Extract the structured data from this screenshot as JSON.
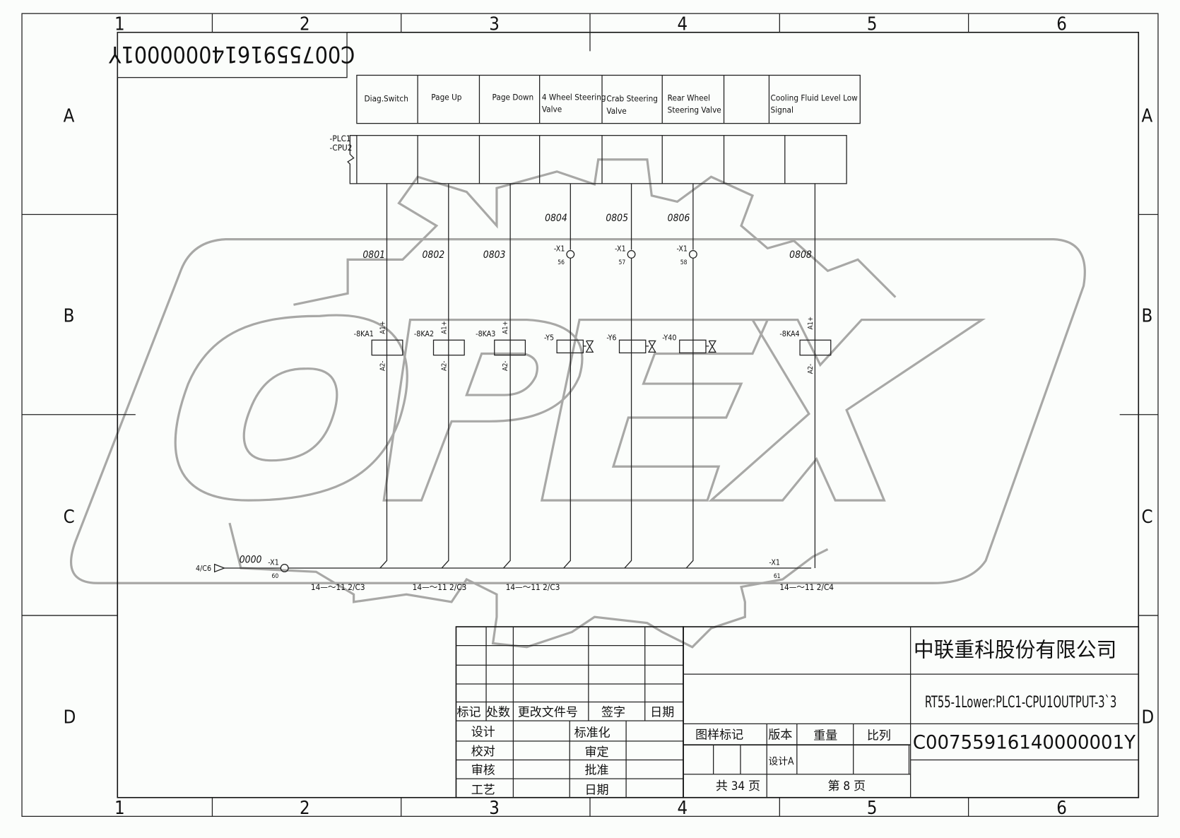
{
  "drawing": {
    "mirrored_code": "C00755916140000001Y",
    "column_numbers": [
      "1",
      "2",
      "3",
      "4",
      "5",
      "6"
    ],
    "row_letters": [
      "A",
      "B",
      "C",
      "D"
    ],
    "watermark": "OPEX"
  },
  "plc": {
    "label_line1": "-PLC1",
    "label_line2": "-CPU2",
    "channels": [
      {
        "label": "Diag.Switch",
        "wire": "0801",
        "terminal": null,
        "device": "-8KA1",
        "type": "relay"
      },
      {
        "label": "Page Up",
        "wire": "0802",
        "terminal": null,
        "device": "-8KA2",
        "type": "relay"
      },
      {
        "label": "Page Down",
        "wire": "0803",
        "terminal": null,
        "device": "-8KA3",
        "type": "relay"
      },
      {
        "label": "4 Wheel Steering Valve",
        "label_l1": "4 Wheel Steering",
        "label_l2": "Valve",
        "wire": "0804",
        "terminal": "56",
        "device": "-Y5",
        "type": "valve"
      },
      {
        "label": "Crab Steering Valve",
        "label_l1": "Crab Steering",
        "label_l2": "Valve",
        "wire": "0805",
        "terminal": "57",
        "device": "-Y6",
        "type": "valve"
      },
      {
        "label": "Rear Wheel Steering Valve",
        "label_l1": "Rear Wheel",
        "label_l2": "Steering Valve",
        "wire": "0806",
        "terminal": "58",
        "device": "-Y40",
        "type": "valve"
      },
      {
        "label": "",
        "wire": null,
        "terminal": null,
        "device": null,
        "type": "spare"
      },
      {
        "label": "Cooling Fluid Level Low Signal",
        "label_l1": "Cooling Fluid Level Low",
        "label_l2": "Signal",
        "wire": "0808",
        "terminal": null,
        "device": "-8KA4",
        "type": "relay"
      }
    ],
    "terminal_block": "-X1",
    "coil_pin_top": "A1+",
    "coil_pin_bottom": "A2-"
  },
  "common": {
    "wire": "0000",
    "source_ref": "4/C6",
    "terminal_left": "-X1",
    "terminal_left_num": "60",
    "terminal_right": "-X1",
    "terminal_right_num": "61",
    "contact_refs": [
      "14—〜11 2/C3",
      "14—〜11 2/C3",
      "14—〜11 2/C3",
      "14—〜11 2/C4"
    ]
  },
  "title_block": {
    "company": "中联重科股份有限公司",
    "drawing_title": "RT55-1Lower:PLC1-CPU1OUTPUT-3`3",
    "drawing_number": "C00755916140000001Y",
    "rev_headers": [
      "标记",
      "处数",
      "更改文件号",
      "签字",
      "日期"
    ],
    "sign_rows": [
      {
        "role": "设计",
        "role2": "标准化"
      },
      {
        "role": "校对",
        "role2": "审定"
      },
      {
        "role": "审核",
        "role2": "批准"
      },
      {
        "role": "工艺",
        "role2": "日期"
      }
    ],
    "mark_header": "图样标记",
    "version_header": "版本",
    "weight_header": "重量",
    "scale_header": "比列",
    "version_value": "设计A",
    "total_pages": "共 34 页",
    "page_no": "第 8 页"
  }
}
